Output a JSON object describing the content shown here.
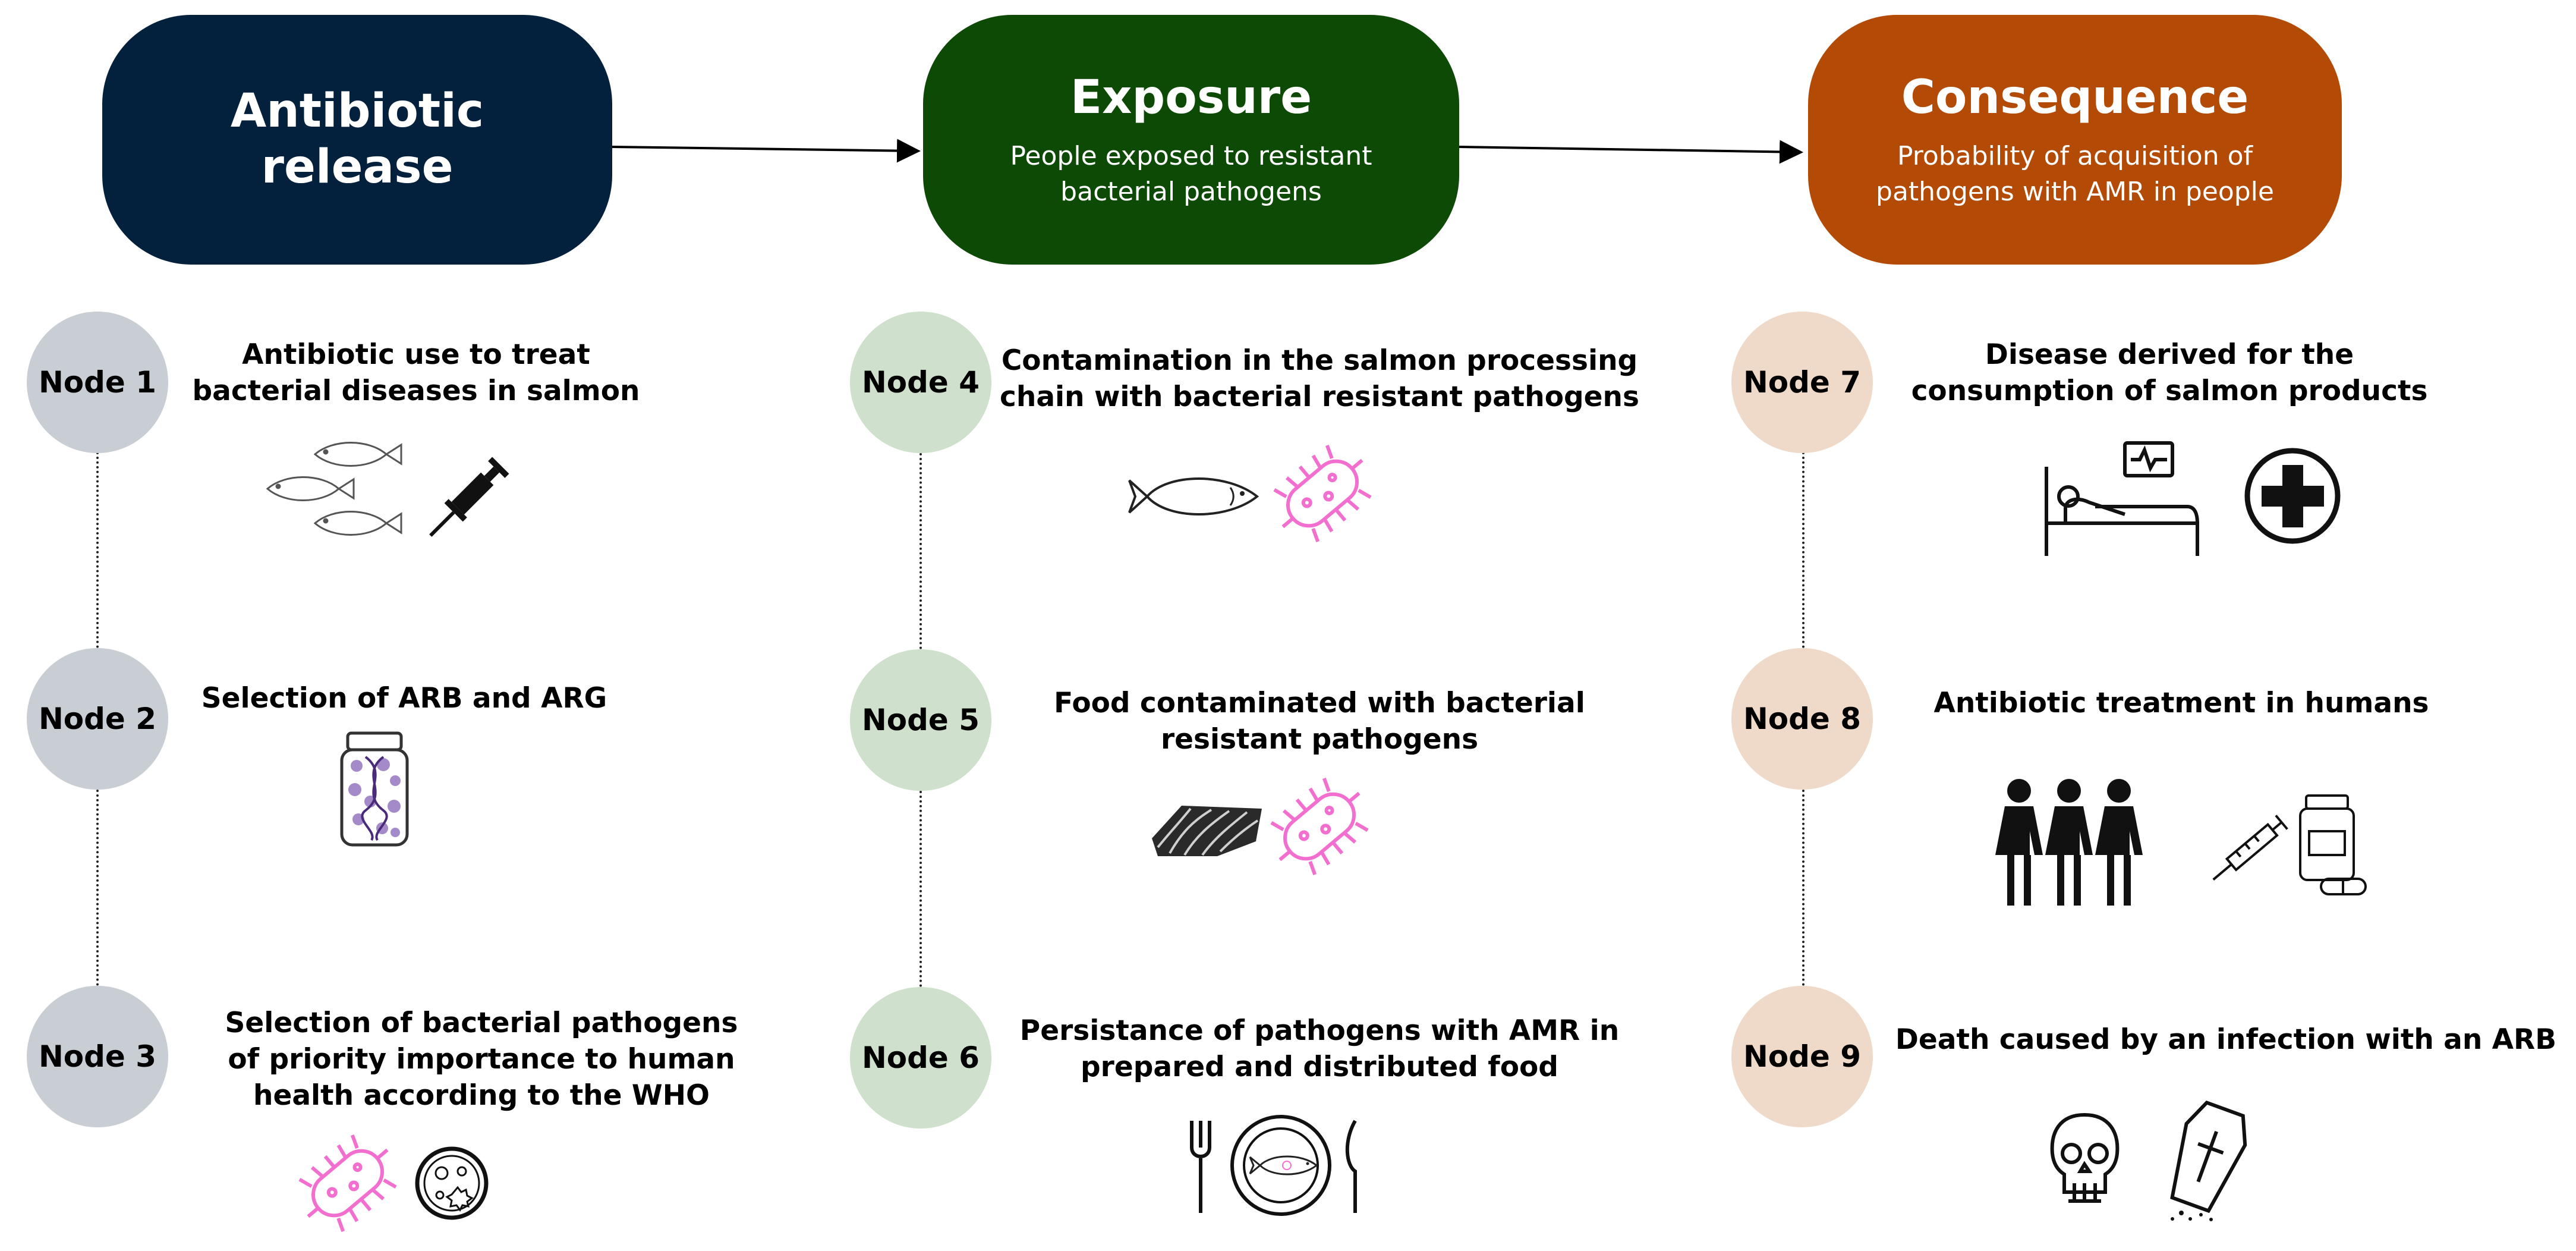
{
  "columns": [
    {
      "title": "Antibiotic release",
      "subtitle": "",
      "color": "#03213d",
      "node_color": "#c9cdd4",
      "nodes": [
        {
          "label": "Node 1",
          "text": "Antibiotic use to treat bacterial diseases in salmon",
          "icons": [
            "fish-school-icon",
            "syringe-icon"
          ]
        },
        {
          "label": "Node 2",
          "text": "Selection of ARB and ARG",
          "icons": [
            "dna-pill-bottle-icon"
          ]
        },
        {
          "label": "Node 3",
          "text": "Selection of bacterial pathogens of priority importance to human health according to the WHO",
          "icons": [
            "bacteria-icon",
            "petri-dish-icon"
          ]
        }
      ]
    },
    {
      "title": "Exposure",
      "subtitle": "People exposed to resistant bacterial pathogens",
      "color": "#0d4a05",
      "node_color": "#cfe0cc",
      "nodes": [
        {
          "label": "Node 4",
          "text": "Contamination in the salmon processing chain with bacterial resistant pathogens",
          "icons": [
            "fish-icon",
            "bacteria-icon"
          ]
        },
        {
          "label": "Node 5",
          "text": "Food contaminated with bacterial resistant pathogens",
          "icons": [
            "salmon-fillet-icon",
            "bacteria-icon"
          ]
        },
        {
          "label": "Node 6",
          "text": "Persistance of pathogens with AMR in prepared and distributed food",
          "icons": [
            "plate-cutlery-icon"
          ]
        }
      ]
    },
    {
      "title": "Consequence",
      "subtitle": "Probability of acquisition of pathogens with AMR in people",
      "color": "#b34a06",
      "node_color": "#efdac9",
      "nodes": [
        {
          "label": "Node 7",
          "text": "Disease derived for the consumption of salmon products",
          "icons": [
            "hospital-bed-icon",
            "medical-cross-icon"
          ]
        },
        {
          "label": "Node 8",
          "text": "Antibiotic treatment in humans",
          "icons": [
            "people-icon",
            "syringe-medicine-icon"
          ]
        },
        {
          "label": "Node 9",
          "text": "Death caused by an infection with an ARB",
          "icons": [
            "skull-icon",
            "coffin-icon"
          ]
        }
      ]
    }
  ],
  "accent_colors": {
    "bacteria": "#f26fd0",
    "stroke": "#111111",
    "fish_outline": "#555555"
  }
}
